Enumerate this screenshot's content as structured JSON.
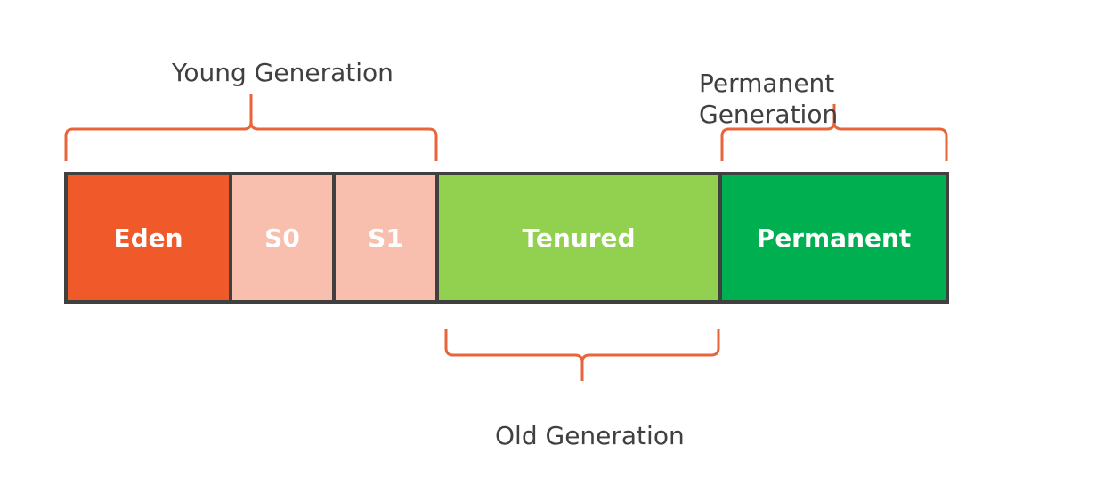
{
  "labels": {
    "young_generation": "Young Generation",
    "permanent_generation": "Permanent Generation",
    "old_generation": "Old Generation"
  },
  "segments": [
    {
      "label": "Eden",
      "color": "#F05A2B"
    },
    {
      "label": "S0",
      "color": "#F9BFAE"
    },
    {
      "label": "S1",
      "color": "#F9BFAE"
    },
    {
      "label": "Tenured",
      "color": "#92D14F"
    },
    {
      "label": "Permanent",
      "color": "#00B050"
    }
  ],
  "colors": {
    "bracket": "#E8643A",
    "border": "#404040",
    "label_text": "#404040"
  }
}
